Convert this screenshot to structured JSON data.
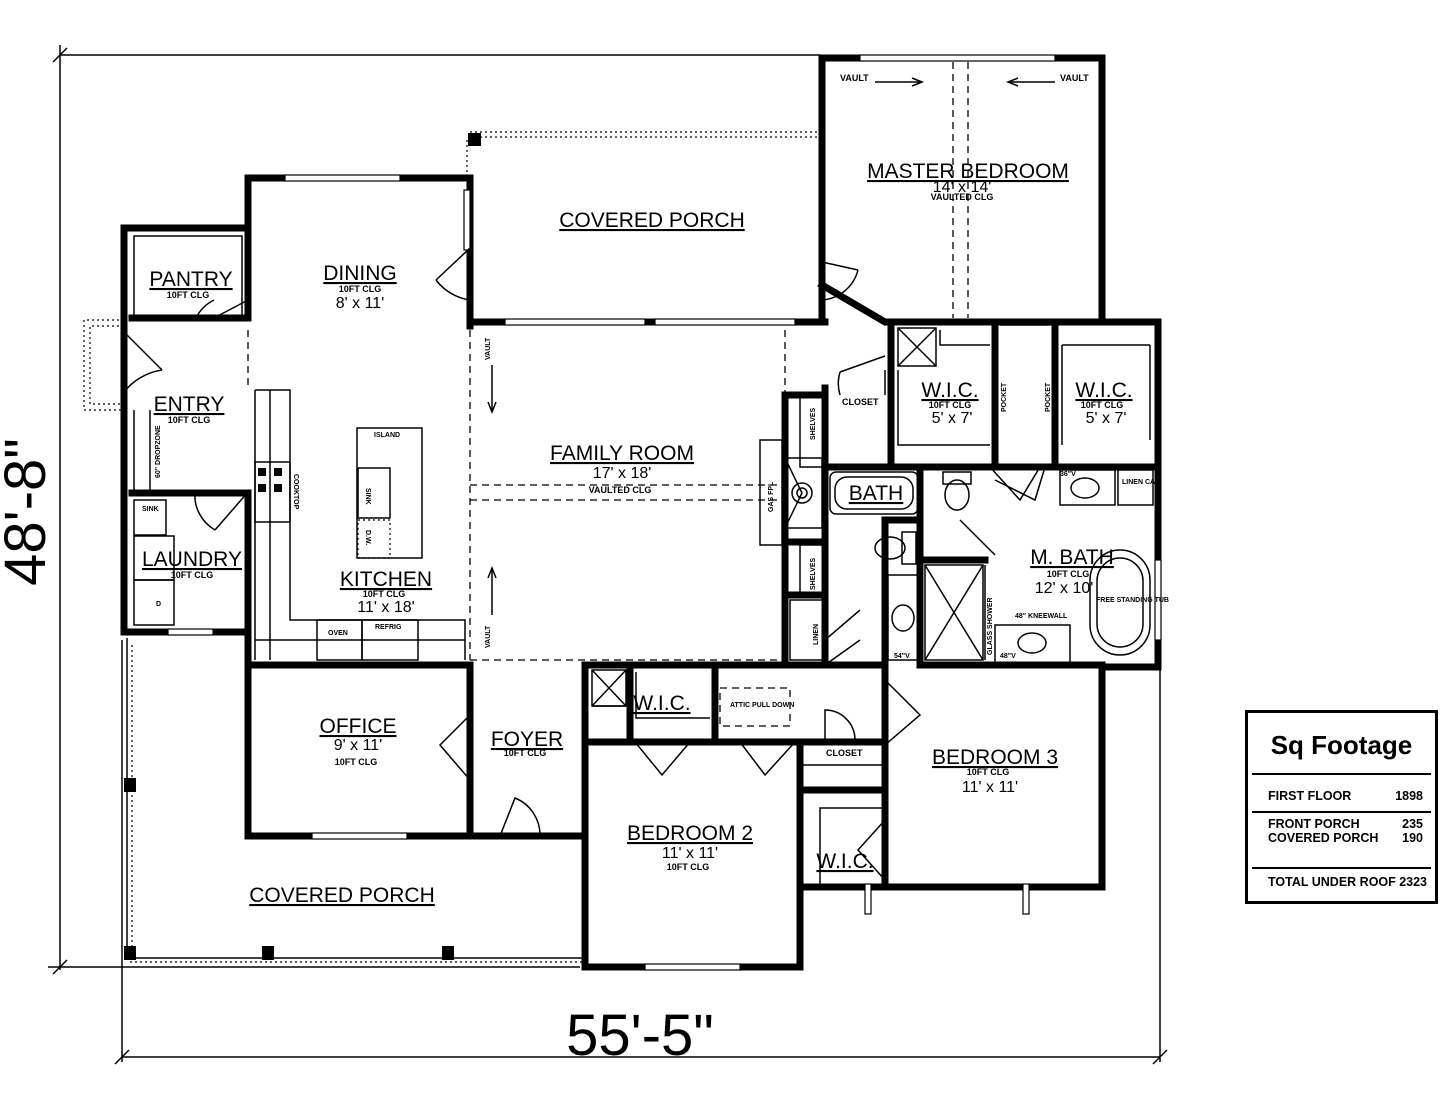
{
  "dimensions": {
    "width_overall": "55'-5\"",
    "depth_overall": "48'-8\""
  },
  "rooms": {
    "master_bedroom": {
      "name": "MASTER BEDROOM",
      "size": "14' x 14'",
      "note": "VAULTED CLG",
      "vault_left": "VAULT",
      "vault_right": "VAULT"
    },
    "covered_porch_rear": {
      "name": "COVERED PORCH"
    },
    "dining": {
      "name": "DINING",
      "note": "10FT CLG",
      "size": "8' x 11'"
    },
    "pantry": {
      "name": "PANTRY",
      "note": "10FT CLG"
    },
    "entry": {
      "name": "ENTRY",
      "note": "10FT CLG",
      "dropzone": "60\" DROPZONE"
    },
    "laundry": {
      "name": "LAUNDRY",
      "note": "10FT CLG",
      "sink": "SINK",
      "dryer": "D"
    },
    "family_room": {
      "name": "FAMILY ROOM",
      "size": "17' x 18'",
      "note": "VAULTED CLG",
      "vault_top": "VAULT",
      "vault_bottom": "VAULT",
      "fireplace": "GAS FPL"
    },
    "kitchen": {
      "name": "KITCHEN",
      "note": "10FT CLG",
      "size": "11' x 18'",
      "island": "ISLAND",
      "sink": "SINK",
      "dw": "D.W.",
      "cooktop": "COOKTOP",
      "oven": "OVEN",
      "refrig": "REFRIG"
    },
    "wic_1": {
      "name": "W.I.C.",
      "note": "10FT CLG",
      "size": "5' x 7'"
    },
    "wic_2": {
      "name": "W.I.C.",
      "note": "10FT CLG",
      "size": "5' x 7'"
    },
    "pocket_left": "POCKET",
    "pocket_right": "POCKET",
    "closet_hall": "CLOSET",
    "shelves_top": "SHELVES",
    "shelves_bottom": "SHELVES",
    "linen": "LINEN",
    "bath": {
      "name": "BATH",
      "vanity": "54\"V"
    },
    "m_bath": {
      "name": "M. BATH",
      "note": "10FT CLG",
      "size": "12' x 10'",
      "vanity_top": "36\"V",
      "linen_cab": "LINEN CAB",
      "tub": "FREE STANDING TUB",
      "shower": "GLASS SHOWER",
      "kneewall": "48\" KNEEWALL",
      "vanity_bottom": "48\"V"
    },
    "office": {
      "name": "OFFICE",
      "size": "9' x 11'",
      "note": "10FT CLG"
    },
    "foyer": {
      "name": "FOYER",
      "note": "10FT CLG"
    },
    "wic_bed2": {
      "name": "W.I.C."
    },
    "attic": "ATTIC PULL DOWN",
    "closet_bed3": "CLOSET",
    "bedroom_2": {
      "name": "BEDROOM 2",
      "size": "11' x 11'",
      "note": "10FT CLG"
    },
    "bedroom_3": {
      "name": "BEDROOM 3",
      "note": "10FT CLG",
      "size": "11' x 11'"
    },
    "wic_bed3": {
      "name": "W.I.C."
    },
    "covered_porch_front": {
      "name": "COVERED PORCH"
    }
  },
  "sq_footage": {
    "title": "Sq Footage",
    "first_floor_label": "FIRST FLOOR",
    "first_floor_value": "1898",
    "front_porch_label": "FRONT PORCH",
    "front_porch_value": "235",
    "covered_porch_label": "COVERED PORCH",
    "covered_porch_value": "190",
    "total_label": "TOTAL UNDER ROOF",
    "total_value": "2323"
  }
}
